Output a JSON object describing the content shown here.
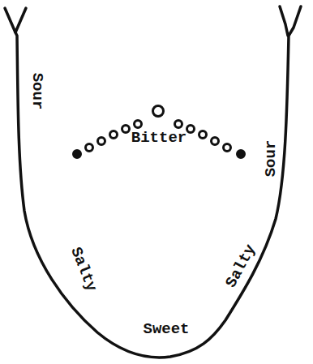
{
  "diagram": {
    "labels": [
      "Bitter",
      "Sour",
      "Sour",
      "Salty",
      "Salty",
      "Sweet"
    ]
  }
}
